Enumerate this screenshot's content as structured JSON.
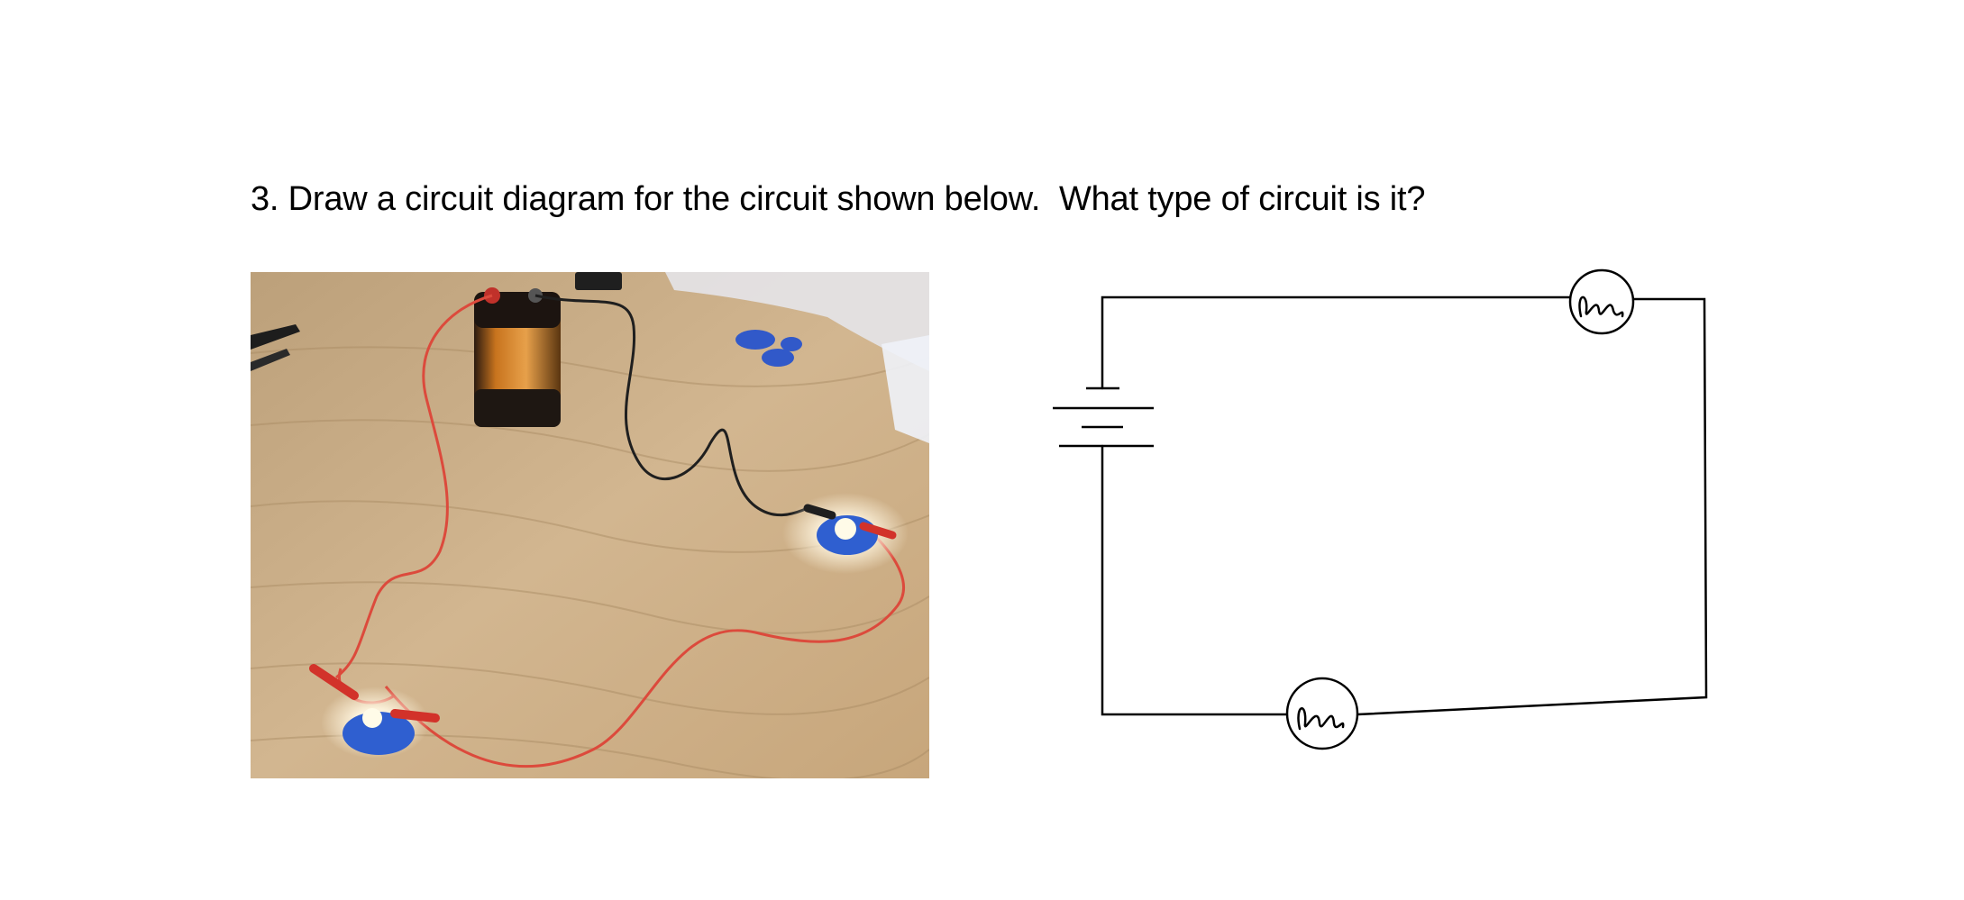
{
  "question": {
    "text": "3. Draw a circuit diagram for the circuit shown below.  What type of circuit is it?"
  },
  "photo": {
    "subject": "9-volt battery connected by red and black alligator-clip leads to two small bulbs on blue holders on a wooden table",
    "colors": {
      "wood": "#c9ab80",
      "wire_red": "#e0473a",
      "wire_black": "#222222",
      "holder_blue": "#2f5fd0",
      "battery_orange": "#c8741e"
    }
  },
  "diagram": {
    "components": [
      "battery",
      "bulb",
      "bulb"
    ],
    "stroke_color": "#000000"
  }
}
